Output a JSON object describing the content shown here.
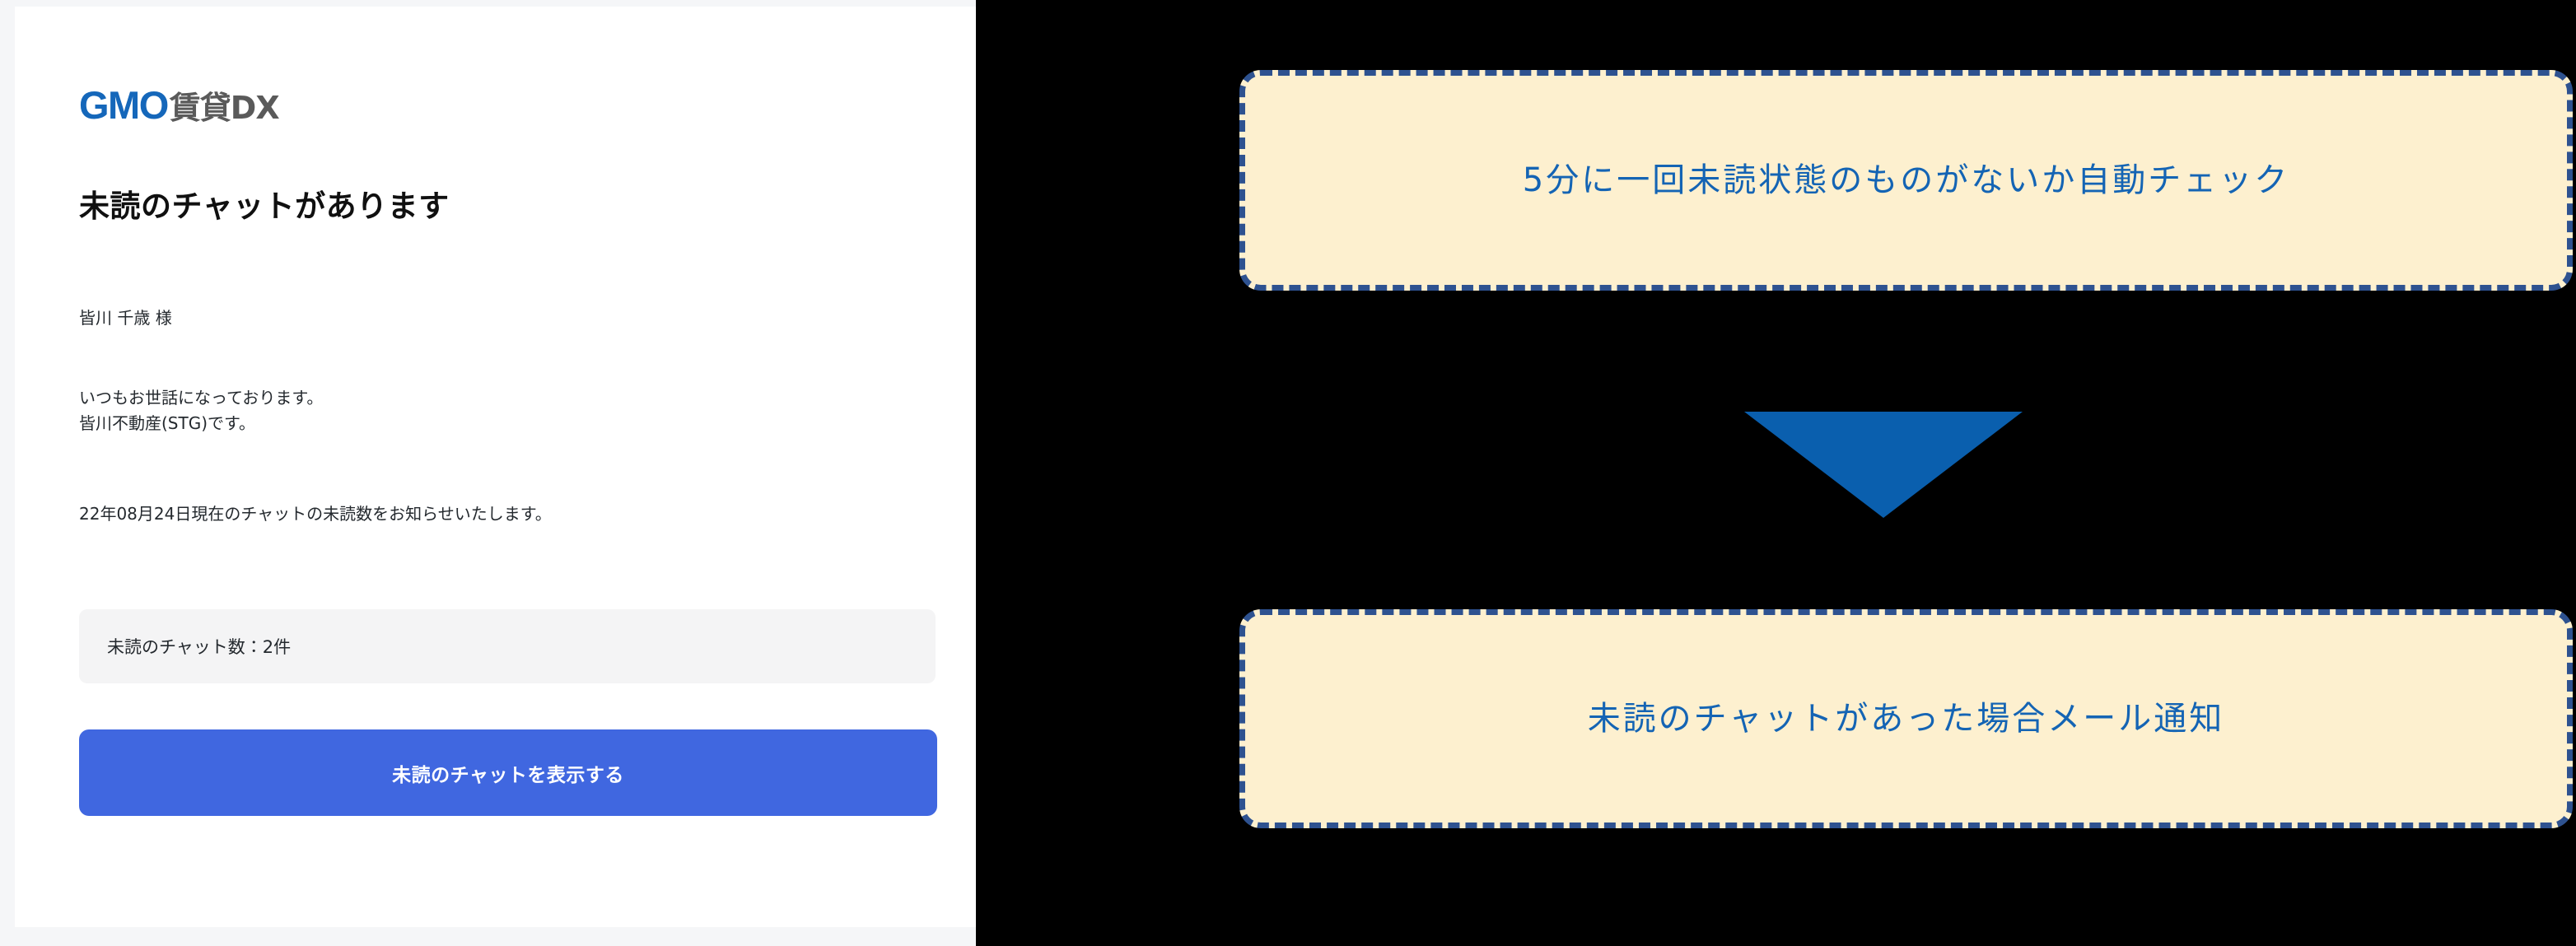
{
  "email": {
    "logo": {
      "gmo": "GMO",
      "suffix": "賃貸DX",
      "gmo_color": "#1567ba",
      "suffix_color": "#5a5a5a"
    },
    "heading": "未読のチャットがあります",
    "recipient": "皆川 千歳 様",
    "greeting": "いつもお世話になっております。\n皆川不動産(STG)です。",
    "notice": "22年08月24日現在のチャットの未読数をお知らせいたします。",
    "unread_count_label": "未読のチャット数：2件",
    "unread_count_value": "2件",
    "cta_label": "未読のチャットを表示する",
    "cta_color": "#4067e0",
    "card_background": "#ffffff",
    "panel_background": "#f5f6f8",
    "count_box_background": "#f4f4f5"
  },
  "flow": {
    "box_fill": "#fdf0cf",
    "box_border_color": "#2e5290",
    "box_text_color": "#1464b4",
    "arrow_color": "#0a5fae",
    "steps": [
      {
        "label": "5分に一回未読状態のものがないか自動チェック"
      },
      {
        "label": "未読のチャットがあった場合メール通知"
      }
    ]
  }
}
